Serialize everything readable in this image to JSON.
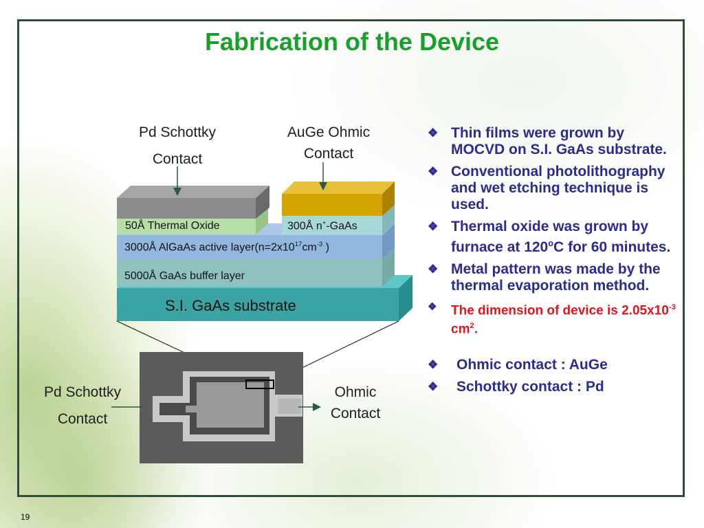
{
  "slide": {
    "title": "Fabrication of the Device",
    "number": "19"
  },
  "diagram": {
    "top_labels": {
      "pd_schottky_line1": "Pd Schottky",
      "pd_schottky_line2": "Contact",
      "auge_ohmic_line1": "AuGe Ohmic",
      "auge_ohmic_line2": "Contact"
    },
    "layers": {
      "thermal_oxide": "50Å Thermal Oxide",
      "n_gaas_prefix": "300Å n",
      "n_gaas_sup": "+",
      "n_gaas_suffix": "-GaAs",
      "algaas_prefix": "3000Å AlGaAs active layer(n=2x10",
      "algaas_sup1": "17",
      "algaas_mid": "cm",
      "algaas_sup2": "-3",
      "algaas_suffix": " )",
      "buffer": "5000Å GaAs buffer layer",
      "substrate": "S.I. GaAs substrate"
    },
    "bottom_labels": {
      "pd_schottky_line1": "Pd Schottky",
      "pd_schottky_line2": "Contact",
      "ohmic_line1": "Ohmic",
      "ohmic_line2": "Contact"
    },
    "colors": {
      "metal_gray": "#8c8c8c",
      "gold": "#d4a400",
      "oxide_green": "#b6dea6",
      "n_gaas_teal": "#a8d8d8",
      "algaas_blue": "#93b8e0",
      "buffer_teal": "#8fc2bc",
      "substrate_teal": "#3aa4a4",
      "arrow_green": "#2a5a3e"
    }
  },
  "bullets": [
    {
      "text": "Thin films were grown by MOCVD on S.I. GaAs substrate."
    },
    {
      "text": "Conventional photolithography and wet etching technique is used."
    },
    {
      "pre": "Thermal oxide was grown by furnace at  120",
      "sup": "o",
      "post": "C for 60 minutes."
    },
    {
      "text": "Metal pattern was made by the thermal evaporation method."
    },
    {
      "pre": "The dimension of device is 2.05x10",
      "sup": "-3",
      "mid": " cm",
      "sup2": "2",
      "post": "."
    },
    {
      "text": "Ohmic contact : AuGe"
    },
    {
      "text": "Schottky contact : Pd"
    }
  ],
  "bullet_mark": "❖"
}
